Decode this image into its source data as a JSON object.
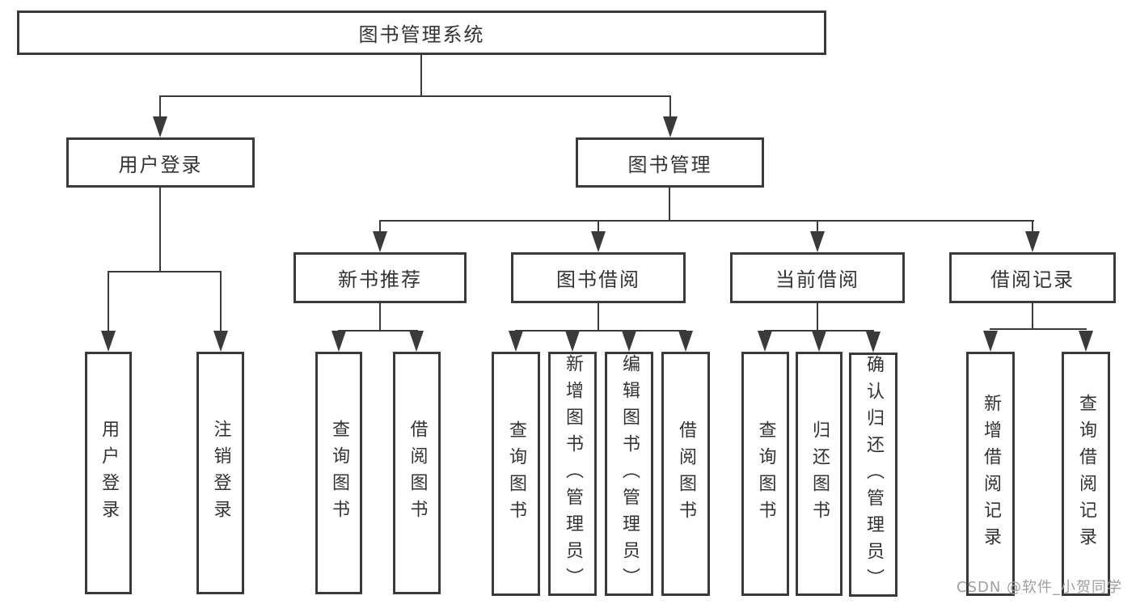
{
  "tree": {
    "root": {
      "label": "图书管理系统"
    },
    "level2": [
      {
        "label": "用户登录"
      },
      {
        "label": "图书管理"
      }
    ],
    "level3": [
      {
        "label": "新书推荐"
      },
      {
        "label": "图书借阅"
      },
      {
        "label": "当前借阅"
      },
      {
        "label": "借阅记录"
      }
    ],
    "leaves": {
      "user_login": [
        {
          "label": "用户登录"
        },
        {
          "label": "注销登录"
        }
      ],
      "new_book": [
        {
          "label": "查询图书"
        },
        {
          "label": "借阅图书"
        }
      ],
      "book_borrow": [
        {
          "label": "查询图书"
        },
        {
          "label": "新增图书（管理员）"
        },
        {
          "label": "编辑图书（管理员）"
        },
        {
          "label": "借阅图书"
        }
      ],
      "current_borrow": [
        {
          "label": "查询图书"
        },
        {
          "label": "归还图书"
        },
        {
          "label": "确认归还（管理员）"
        }
      ],
      "borrow_records": [
        {
          "label": "新增借阅记录"
        },
        {
          "label": "查询借阅记录"
        }
      ]
    }
  },
  "watermark": {
    "text": "CSDN @软件_小贺同学"
  },
  "colors": {
    "line": "#3a3a3a",
    "text": "#333333",
    "watermark": "#9e9ea3",
    "background": "#ffffff"
  }
}
